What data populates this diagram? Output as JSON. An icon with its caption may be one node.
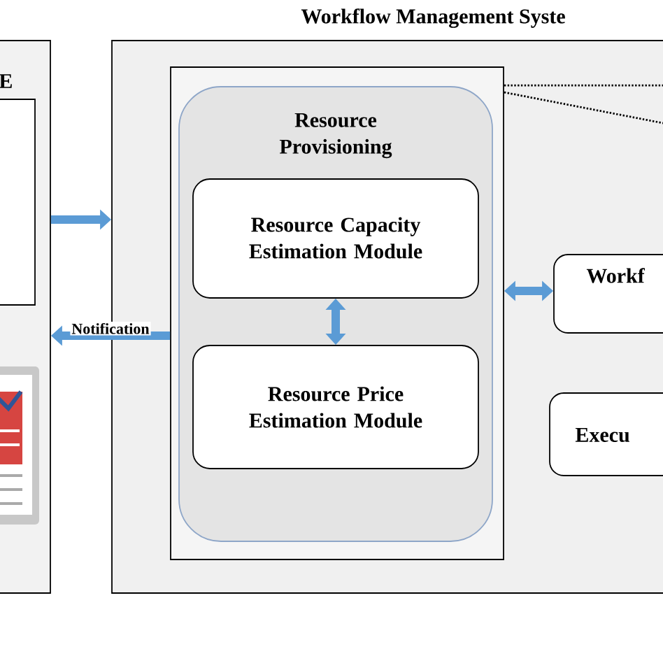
{
  "diagram": {
    "nodes": [
      {
        "text": [
          "E"
        ]
      },
      {
        "text": [],
        "shape": "box",
        "in": 0
      },
      {
        "text": [],
        "shape": "picture",
        "in": 0
      },
      {
        "text": [
          "Workflow Management Syste"
        ]
      },
      {
        "text": [],
        "shape": "box",
        "in": 3
      },
      {
        "text": [
          "Resource Provisioning"
        ],
        "in": 4
      },
      {
        "text": [
          "Resource Capacity Estimation Module"
        ],
        "in": 5
      },
      {
        "text": [
          "Resource Price Estimation Module"
        ],
        "in": 5
      },
      {
        "text": [
          "Workf"
        ],
        "in": 3
      },
      {
        "text": [
          "Execu"
        ],
        "in": 3
      }
    ],
    "edges": [
      {
        "from": 0,
        "to": 3,
        "arrow": "to"
      },
      {
        "from": 4,
        "to": 0,
        "arrow": "to",
        "label": "Notification"
      },
      {
        "from": 6,
        "to": 7,
        "arrow": "both"
      },
      {
        "from": 4,
        "to": 8,
        "arrow": "both"
      },
      {
        "from": 4,
        "to": null,
        "arrow": "none",
        "style": "dashed",
        "color": "#000000"
      },
      {
        "from": 4,
        "to": null,
        "arrow": "none",
        "style": "dashed",
        "color": "#000000"
      }
    ]
  }
}
